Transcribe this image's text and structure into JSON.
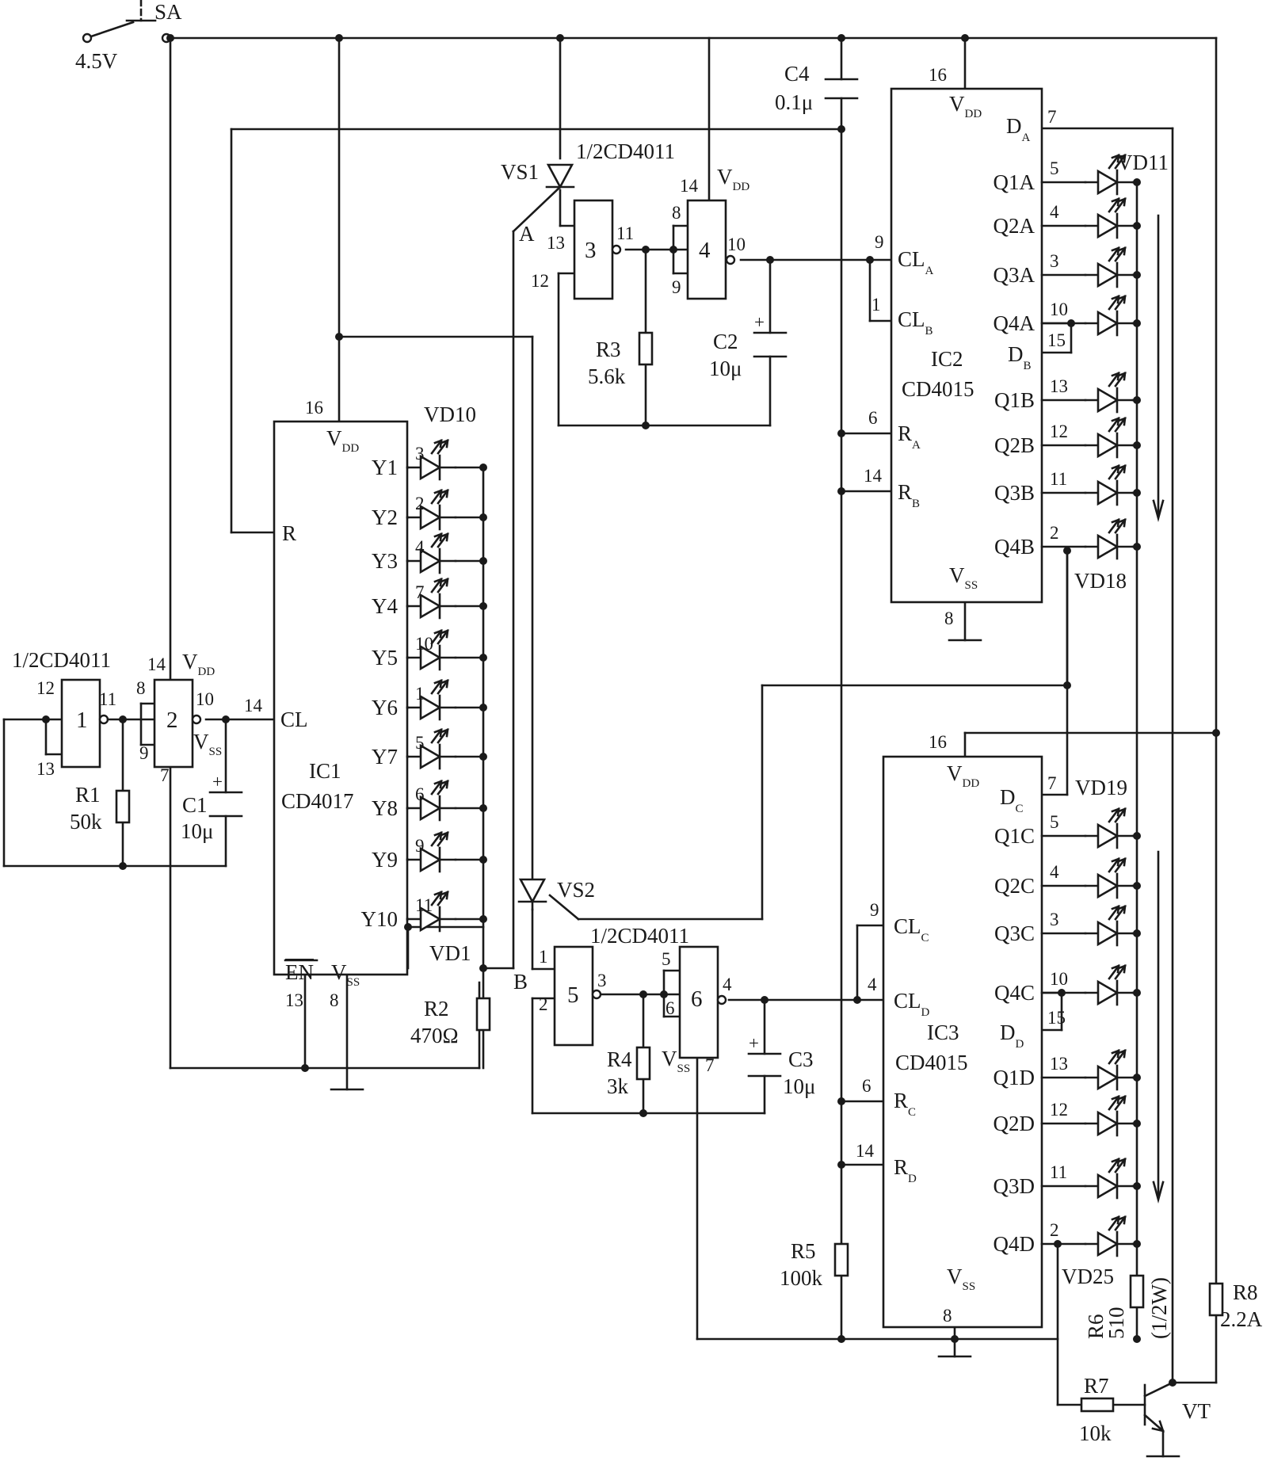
{
  "title": "",
  "switch": {
    "name": "SA",
    "voltage": "4.5V"
  },
  "ic1": {
    "name": "IC1",
    "part": "CD4017",
    "vdd": "V",
    "vdd_sub": "DD",
    "vss": "V",
    "vss_sub": "SS",
    "en": "EN",
    "r": "R",
    "cl": "CL",
    "pin16": "16",
    "pin14": "14",
    "pin13": "13",
    "pin8": "8",
    "outputs": [
      {
        "label": "Y1",
        "pin": "3"
      },
      {
        "label": "Y2",
        "pin": "2"
      },
      {
        "label": "Y3",
        "pin": "4"
      },
      {
        "label": "Y4",
        "pin": "7"
      },
      {
        "label": "Y5",
        "pin": "10"
      },
      {
        "label": "Y6",
        "pin": "1"
      },
      {
        "label": "Y7",
        "pin": "5"
      },
      {
        "label": "Y8",
        "pin": "6"
      },
      {
        "label": "Y9",
        "pin": "9"
      },
      {
        "label": "Y10",
        "pin": "11"
      }
    ],
    "led_top": "VD10",
    "led_bottom": "VD1"
  },
  "ic2": {
    "name": "IC2",
    "part": "CD4015",
    "pin16": "16",
    "pin8": "8",
    "cla": "CL",
    "cla_sub": "A",
    "clb": "CL",
    "clb_sub": "B",
    "ra": "R",
    "ra_sub": "A",
    "rb": "R",
    "rb_sub": "B",
    "da": "D",
    "da_sub": "A",
    "db": "D",
    "db_sub": "B",
    "pin_cla": "9",
    "pin_clb": "1",
    "pin_ra": "6",
    "pin_rb": "14",
    "pin_da": "7",
    "pin_db": "15",
    "outputs": [
      {
        "label": "Q1A",
        "pin": "5"
      },
      {
        "label": "Q2A",
        "pin": "4"
      },
      {
        "label": "Q3A",
        "pin": "3"
      },
      {
        "label": "Q4A",
        "pin": "10"
      },
      {
        "label": "Q1B",
        "pin": "13"
      },
      {
        "label": "Q2B",
        "pin": "12"
      },
      {
        "label": "Q3B",
        "pin": "11"
      },
      {
        "label": "Q4B",
        "pin": "2"
      }
    ],
    "led_top": "VD11",
    "led_bottom": "VD18"
  },
  "ic3": {
    "name": "IC3",
    "part": "CD4015",
    "pin16": "16",
    "pin8": "8",
    "clc": "CL",
    "clc_sub": "C",
    "cld": "CL",
    "cld_sub": "D",
    "rc": "R",
    "rc_sub": "C",
    "rd": "R",
    "rd_sub": "D",
    "dc": "D",
    "dc_sub": "C",
    "dd": "D",
    "dd_sub": "D",
    "pin_clc": "9",
    "pin_cld": "4",
    "pin_rc": "6",
    "pin_rd": "14",
    "pin_dc": "7",
    "pin_dd": "15",
    "outputs": [
      {
        "label": "Q1C",
        "pin": "5"
      },
      {
        "label": "Q2C",
        "pin": "4"
      },
      {
        "label": "Q3C",
        "pin": "3"
      },
      {
        "label": "Q4C",
        "pin": "10"
      },
      {
        "label": "Q1D",
        "pin": "13"
      },
      {
        "label": "Q2D",
        "pin": "12"
      },
      {
        "label": "Q3D",
        "pin": "11"
      },
      {
        "label": "Q4D",
        "pin": "2"
      }
    ],
    "led_top": "VD19",
    "led_bottom": "VD25"
  },
  "gates": {
    "label": "1/2CD4011",
    "g1": "1",
    "g2": "2",
    "g3": "3",
    "g4": "4",
    "g5": "5",
    "g6": "6"
  },
  "gate_pins": {
    "g1_in1": "12",
    "g1_in2": "13",
    "g1_out": "11",
    "g2_in1": "8",
    "g2_in2": "9",
    "g2_out": "10",
    "g2_vdd_pin": "14",
    "g2_vss_pin": "7",
    "g3_in1": "13",
    "g3_in2": "12",
    "g3_out": "11",
    "g4_in1": "8",
    "g4_in2": "9",
    "g4_out": "10",
    "g4_vdd_pin": "14",
    "g5_in1": "1",
    "g5_in2": "2",
    "g5_out": "3",
    "g6_in1": "5",
    "g6_in2": "6",
    "g6_out": "4",
    "g6_vss_pin": "7"
  },
  "components": {
    "c1": {
      "name": "C1",
      "value": "10μ"
    },
    "c2": {
      "name": "C2",
      "value": "10μ"
    },
    "c3": {
      "name": "C3",
      "value": "10μ"
    },
    "c4": {
      "name": "C4",
      "value": "0.1μ"
    },
    "r1": {
      "name": "R1",
      "value": "50k"
    },
    "r2": {
      "name": "R2",
      "value": "470Ω"
    },
    "r3": {
      "name": "R3",
      "value": "5.6k"
    },
    "r4": {
      "name": "R4",
      "value": "3k"
    },
    "r5": {
      "name": "R5",
      "value": "100k"
    },
    "r6": {
      "name": "R6",
      "value": "510",
      "note": "(1/2W)"
    },
    "r7": {
      "name": "R7",
      "value": "10k"
    },
    "r8": {
      "name": "R8",
      "value": "2.2A"
    },
    "vs1": "VS1",
    "vs2": "VS2",
    "vt": "VT",
    "node_a": "A",
    "node_b": "B"
  },
  "vdd_label": "V",
  "vdd_sub": "DD",
  "vss_label": "V",
  "vss_sub": "SS"
}
